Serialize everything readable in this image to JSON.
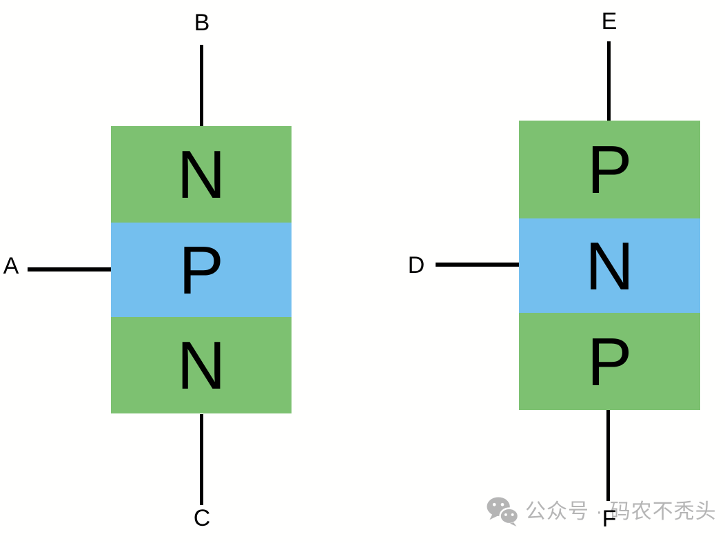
{
  "devices": [
    {
      "id": "npn-structure",
      "layers": [
        {
          "label": "N"
        },
        {
          "label": "P"
        },
        {
          "label": "N"
        }
      ],
      "terminals": {
        "top": "B",
        "side": "A",
        "bottom": "C"
      }
    },
    {
      "id": "pnp-structure",
      "layers": [
        {
          "label": "P"
        },
        {
          "label": "N"
        },
        {
          "label": "P"
        }
      ],
      "terminals": {
        "top": "E",
        "side": "D",
        "bottom": "F"
      }
    }
  ],
  "watermark": {
    "icon": "wechat-icon",
    "text": "公众号 · 码农不秃头"
  },
  "colors": {
    "outer_layer_green": "#7DC171",
    "middle_layer_blue": "#74BFEE",
    "line_black": "#000000",
    "watermark_gray": "#B5B5B5",
    "background": "#FFFFFE"
  }
}
